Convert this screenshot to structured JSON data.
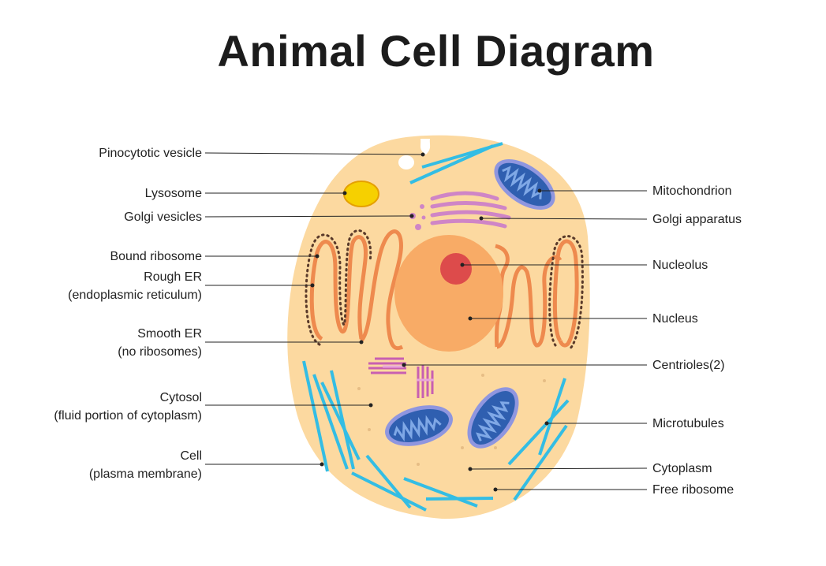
{
  "title": "Animal Cell Diagram",
  "labels_left": [
    {
      "id": "pinocytotic-vesicle",
      "text": "Pinocytotic vesicle"
    },
    {
      "id": "lysosome",
      "text": "Lysosome"
    },
    {
      "id": "golgi-vesicles",
      "text": "Golgi vesicles"
    },
    {
      "id": "bound-ribosome",
      "text": "Bound ribosome"
    },
    {
      "id": "rough-er",
      "text": "Rough ER\n(endoplasmic reticulum)"
    },
    {
      "id": "smooth-er",
      "text": "Smooth ER\n(no ribosomes)"
    },
    {
      "id": "cytosol",
      "text": "Cytosol\n(fluid portion of cytoplasm)"
    },
    {
      "id": "cell-membrane",
      "text": "Cell\n(plasma membrane)"
    }
  ],
  "labels_right": [
    {
      "id": "mitochondrion",
      "text": "Mitochondrion"
    },
    {
      "id": "golgi-apparatus",
      "text": "Golgi apparatus"
    },
    {
      "id": "nucleolus",
      "text": "Nucleolus"
    },
    {
      "id": "nucleus",
      "text": "Nucleus"
    },
    {
      "id": "centrioles",
      "text": "Centrioles(2)"
    },
    {
      "id": "microtubules",
      "text": "Microtubules"
    },
    {
      "id": "cytoplasm",
      "text": "Cytoplasm"
    },
    {
      "id": "free-ribosome",
      "text": "Free ribosome"
    }
  ],
  "colors": {
    "cell_fill": "#fcd9a0",
    "nucleus_fill": "#f8ab66",
    "nucleolus_fill": "#dd4b4b",
    "er_stroke": "#ee8a4e",
    "mito_outer": "#8f96df",
    "mito_inner": "#2f5fb0",
    "golgi": "#cf85c6",
    "lysosome": "#f6d000",
    "microtubule": "#33bde4",
    "leader_line": "#222222"
  }
}
